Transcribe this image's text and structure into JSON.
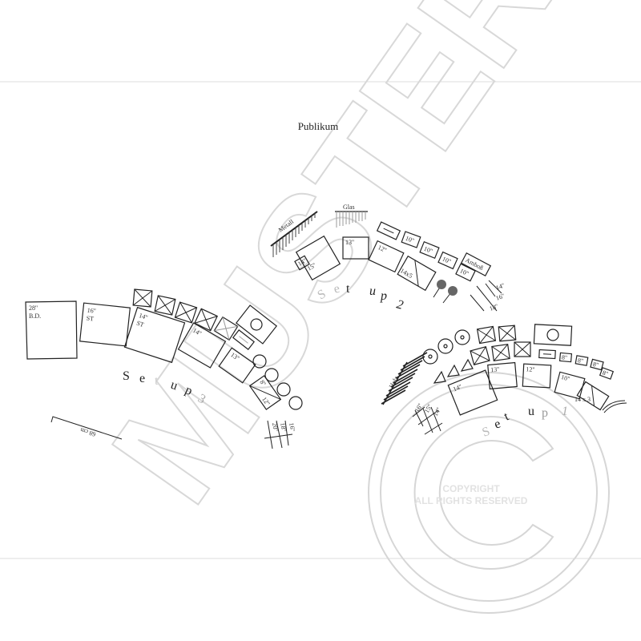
{
  "title": "Publikum",
  "setup3": {
    "label": [
      "S",
      "e",
      "t",
      "u",
      "p",
      "3"
    ],
    "bass_drum": [
      "28''",
      "B.D."
    ],
    "floor_tom_16": [
      "16''",
      "ST"
    ],
    "floor_tom_14": [
      "14''",
      "ST"
    ],
    "tom_14": "14''",
    "tom_13": "13''",
    "small_drum": "8''",
    "small_drum_2": "12''",
    "cymbals": [
      "20''",
      "18''",
      "16''"
    ],
    "dimension": "68 cm"
  },
  "setup2": {
    "label": [
      "S",
      "e",
      "t",
      "u",
      "p",
      "2"
    ],
    "metall": "Metall",
    "glas": "Glas",
    "drums": [
      "14''",
      "15''",
      "13''",
      "12''",
      "14x5"
    ],
    "toms_10": [
      "10''",
      "10''",
      "10''",
      "10''"
    ],
    "amboss": "Amboß",
    "cymbals": [
      "14''",
      "16''",
      "18''"
    ]
  },
  "setup1": {
    "label": [
      "S",
      "e",
      "t",
      "u",
      "p",
      "1"
    ],
    "holz": "Holz",
    "drums": [
      "14''",
      "13''",
      "12''",
      "10''",
      "14 x 3"
    ],
    "toms_8": [
      "8''",
      "8''",
      "8''",
      "8''"
    ],
    "cymbals": [
      "16''",
      "15''",
      "14''"
    ]
  },
  "watermark": {
    "text": "MUSTER",
    "copyright": [
      "COPYRIGHT",
      "ALL RIGHTS RESERVED"
    ]
  }
}
